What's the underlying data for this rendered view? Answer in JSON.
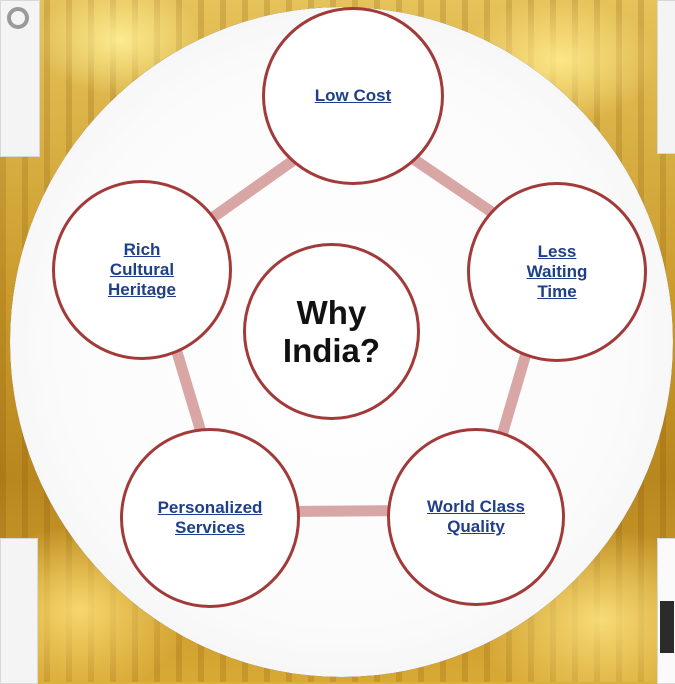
{
  "diagram": {
    "center": {
      "label": "Why\nIndia?"
    },
    "nodes": [
      {
        "id": "low-cost",
        "label": "Low Cost"
      },
      {
        "id": "less-waiting-time",
        "label": "Less\nWaiting\nTime"
      },
      {
        "id": "world-class-quality",
        "label": "World Class\nQuality"
      },
      {
        "id": "personalized-services",
        "label": "Personalized\nServices"
      },
      {
        "id": "rich-cultural-heritage",
        "label": "Rich\nCultural\nHeritage"
      }
    ]
  },
  "colors": {
    "node_border": "#a33a3a",
    "node_text": "#1f3f8a",
    "connector": "#d9a6a6",
    "lens_border": "#000000",
    "background_gold": "#d9b23a"
  }
}
